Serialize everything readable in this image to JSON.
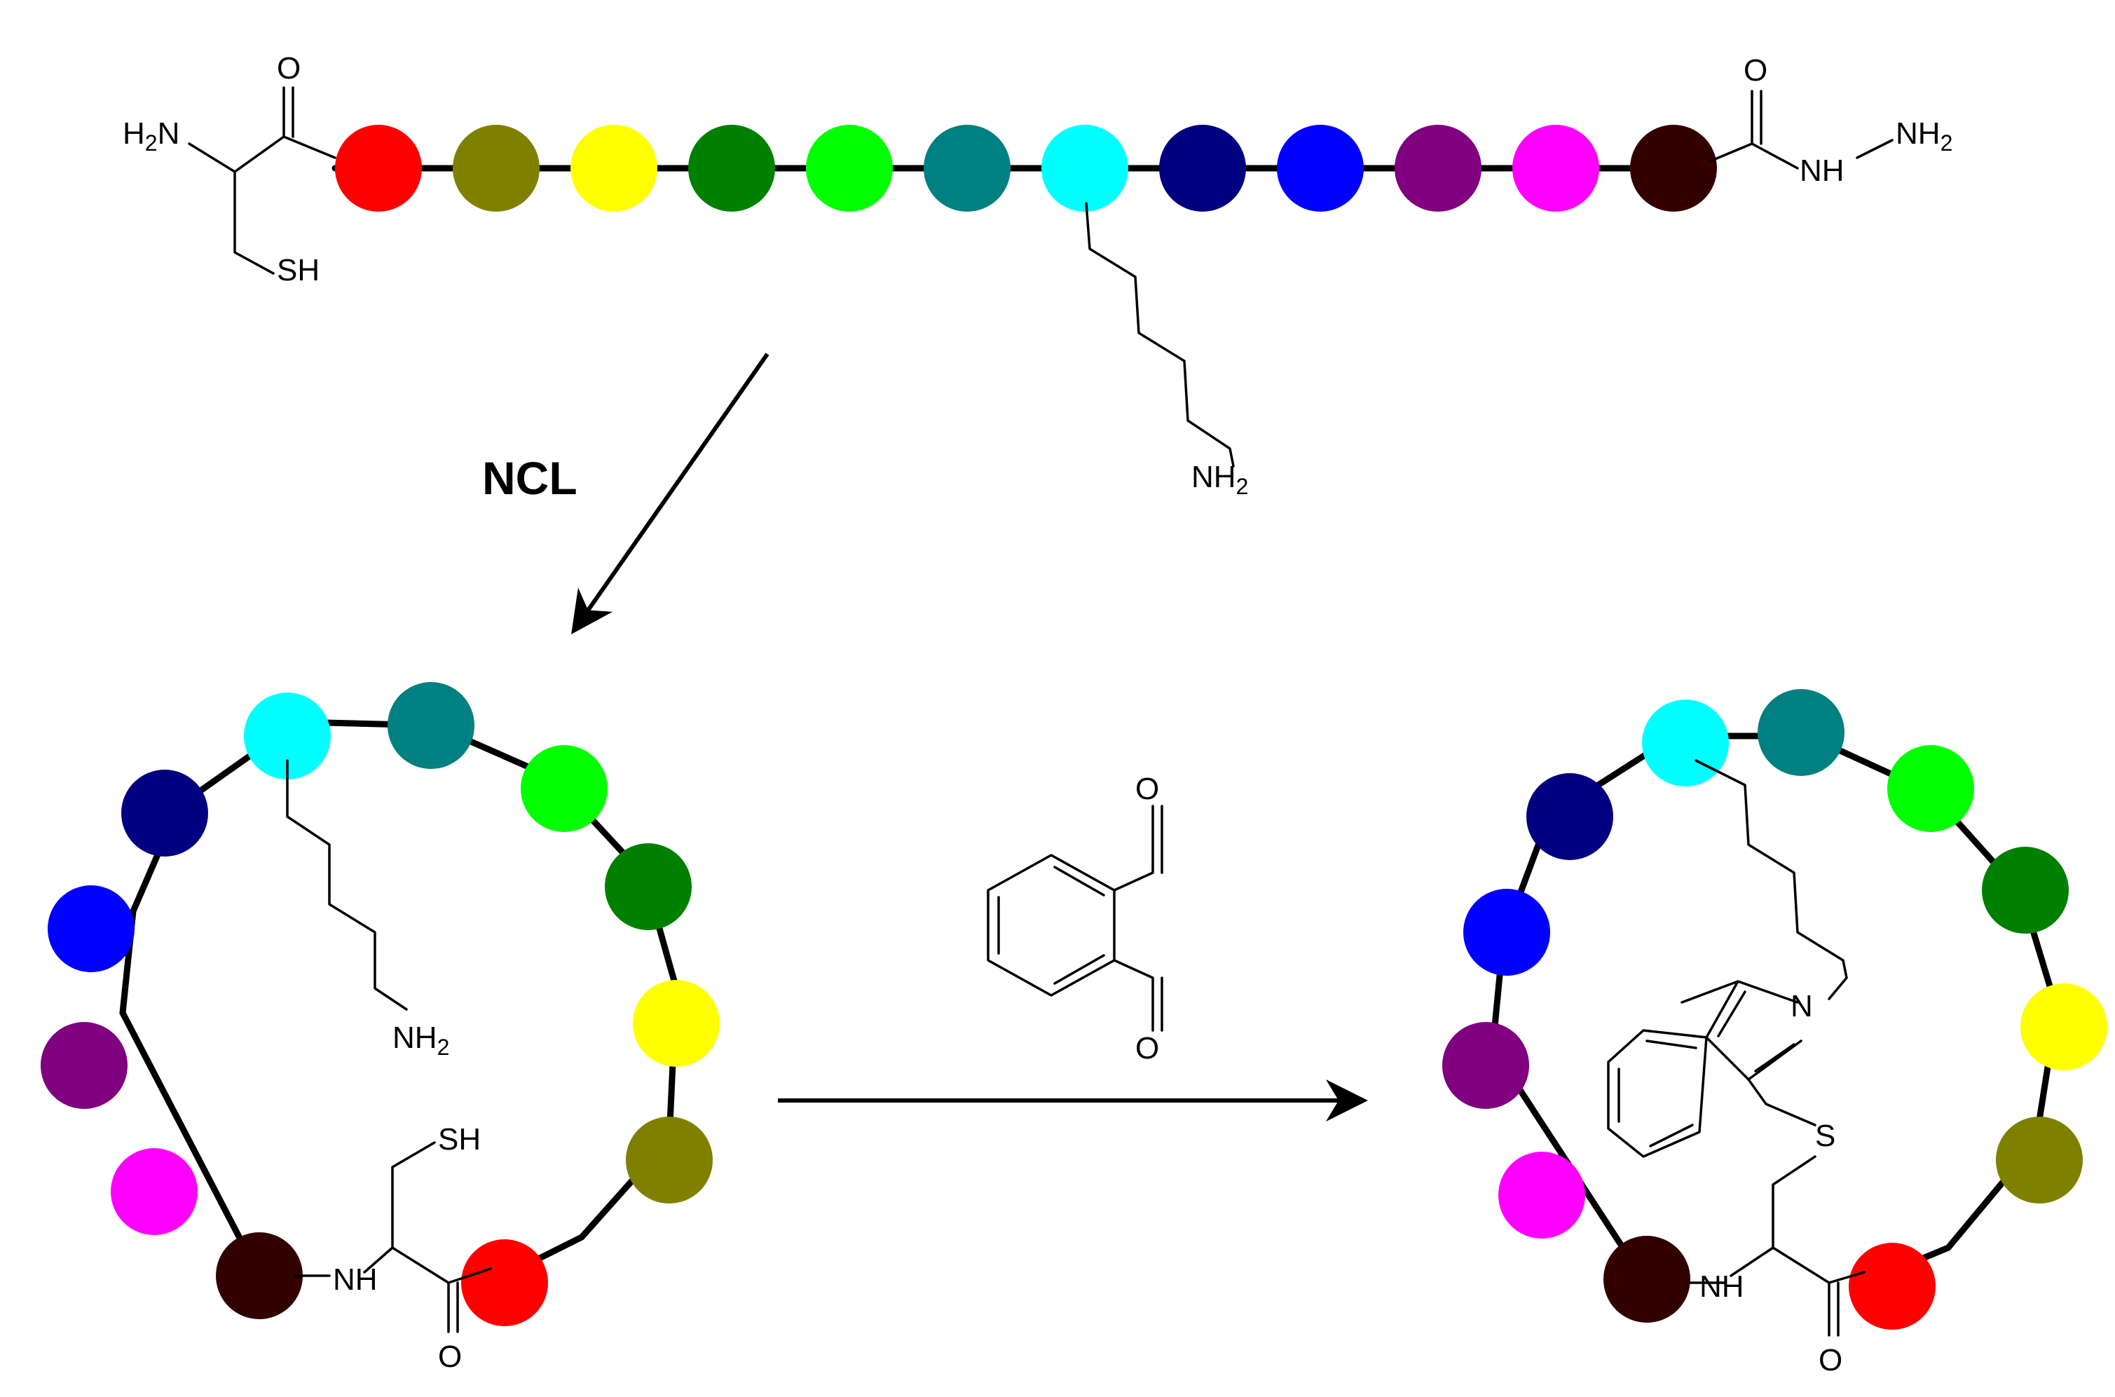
{
  "reaction_labels": {
    "step1": "NCL"
  },
  "atom_labels": {
    "n_terminus_amine": "H2N",
    "thiol": "SH",
    "carbonyl_oxygen": "O",
    "hydrazide_nh": "NH",
    "hydrazide_nh2": "NH2",
    "lysine_amine": "NH2",
    "amide_nh": "NH",
    "aldehyde_oxygen": "O",
    "ring_nitrogen": "N",
    "thioether_sulfur": "S"
  },
  "residue_colors": [
    "#ff0000",
    "#808000",
    "#ffff00",
    "#008000",
    "#00ff00",
    "#008080",
    "#00ffff",
    "#000080",
    "#0000ff",
    "#800080",
    "#ff00ff",
    "#330000"
  ]
}
